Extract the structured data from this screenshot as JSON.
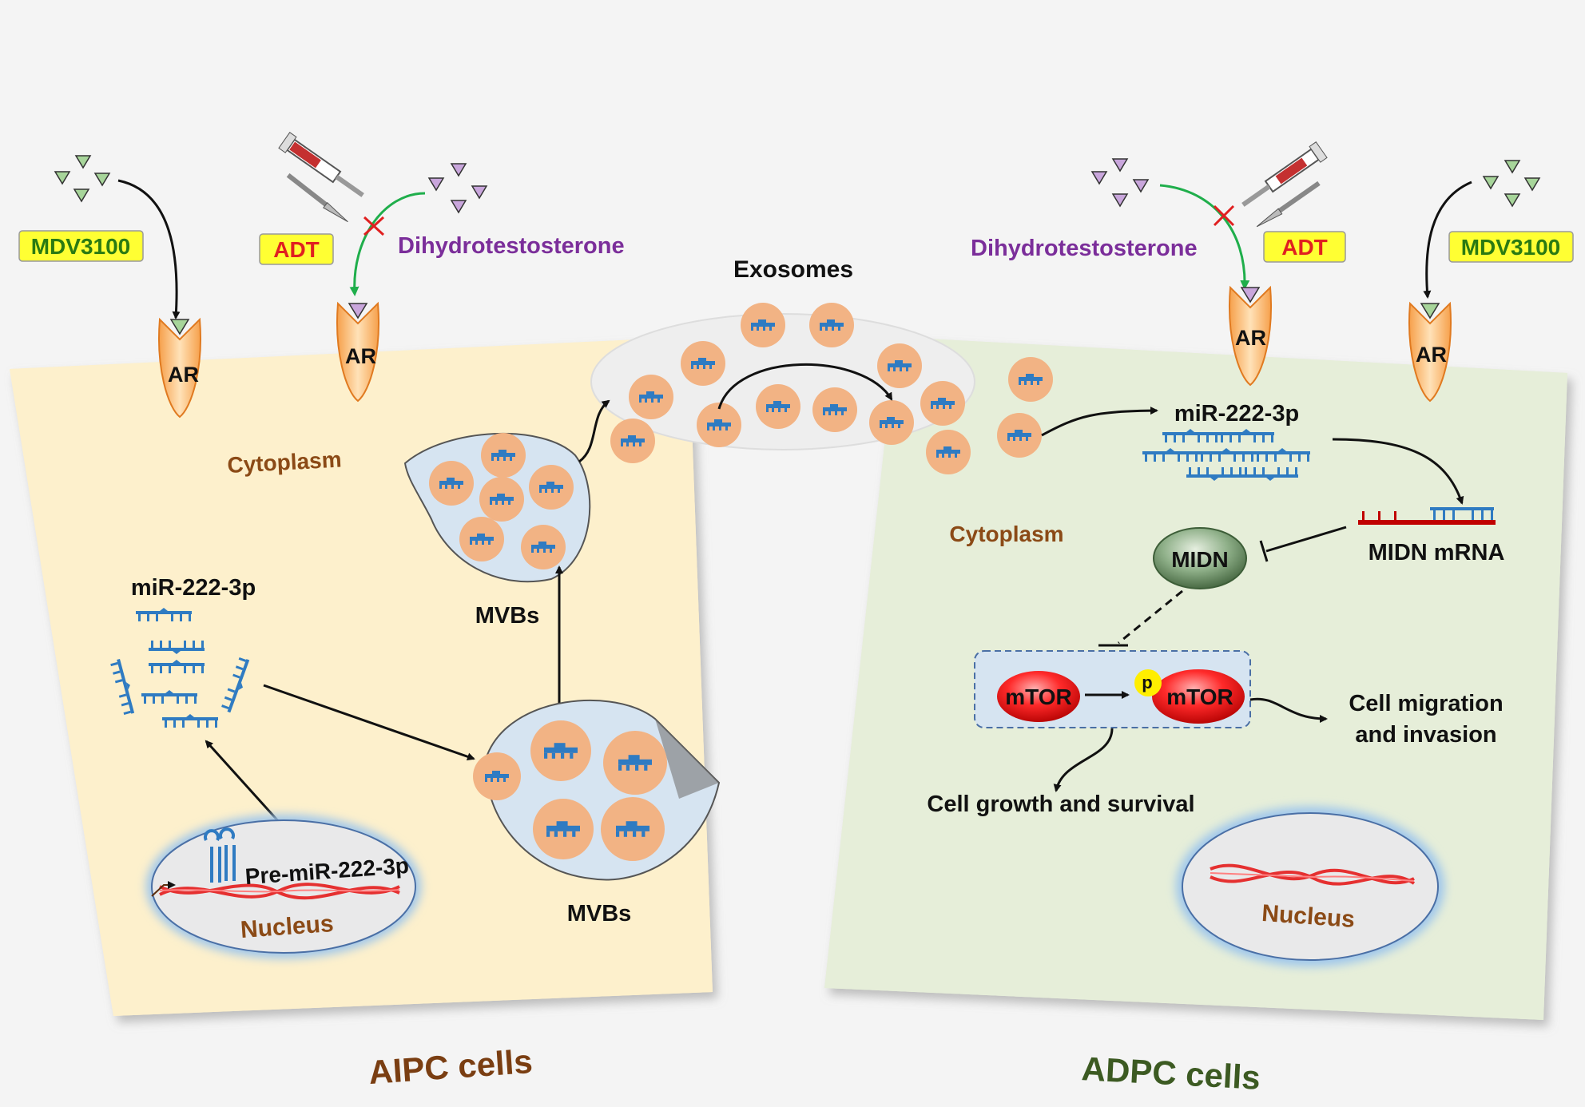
{
  "left_panel": {
    "title": "AIPC cells",
    "cytoplasm": "Cytoplasm",
    "mdv_label": "MDV3100",
    "adt_label": "ADT",
    "dht_label": "Dihydrotestosterone",
    "ar_label_1": "AR",
    "ar_label_2": "AR",
    "mirna_label": "miR-222-3p",
    "mvb_upper": "MVBs",
    "mvb_lower": "MVBs",
    "pre_mirna": "Pre-miR-222-3p",
    "nucleus": "Nucleus"
  },
  "center": {
    "exosomes": "Exosomes"
  },
  "right_panel": {
    "title": "ADPC cells",
    "cytoplasm": "Cytoplasm",
    "mdv_label": "MDV3100",
    "adt_label": "ADT",
    "dht_label": "Dihydrotestosterone",
    "ar_label_1": "AR",
    "ar_label_2": "AR",
    "mirna_label": "miR-222-3p",
    "midn_mrna": "MIDN mRNA",
    "midn": "MIDN",
    "mtor": "mTOR",
    "p_mtor": "mTOR",
    "p": "p",
    "migration_1": "Cell migration",
    "migration_2": "and invasion",
    "growth": "Cell growth and survival",
    "nucleus": "Nucleus"
  },
  "colors": {
    "aipc_fill": "#fdf0cc",
    "adpc_fill": "#e6eed9",
    "exosome": "#f2b384",
    "mirna": "#2f7bc2",
    "arrow_green": "#1fae4b",
    "inhibit_red": "#e02020",
    "dht_purple": "#7b2e9a",
    "title_brown": "#7a3e12",
    "title_green": "#3c5a22",
    "label_yellow": "#ffff33"
  }
}
